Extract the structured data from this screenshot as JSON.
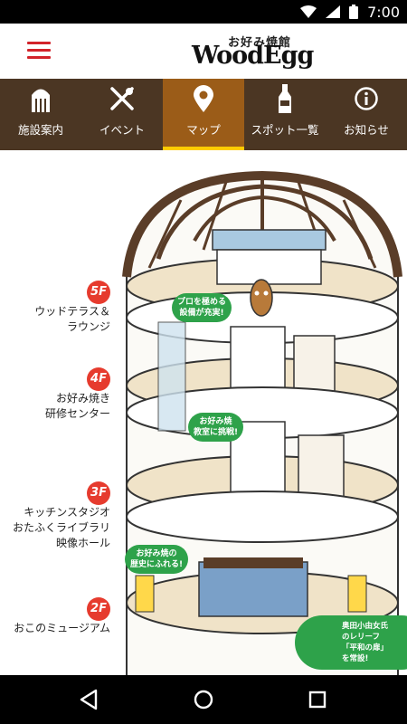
{
  "status_bar": {
    "time": "7:00",
    "icons": [
      "wifi-icon",
      "signal-icon",
      "battery-icon"
    ]
  },
  "app_bar": {
    "logo_kana": "お好み焼館",
    "logo_main": "WoodEgg"
  },
  "tabs": [
    {
      "label": "施設案内",
      "icon": "building-icon",
      "active": false
    },
    {
      "label": "イベント",
      "icon": "utensils-icon",
      "active": false
    },
    {
      "label": "マップ",
      "icon": "map-pin-icon",
      "active": true
    },
    {
      "label": "スポット一覧",
      "icon": "bottle-icon",
      "active": false
    },
    {
      "label": "お知らせ",
      "icon": "info-icon",
      "active": false
    }
  ],
  "floors": [
    {
      "badge": "5F",
      "lines": [
        "ウッドテラス＆",
        "ラウンジ"
      ]
    },
    {
      "badge": "4F",
      "lines": [
        "お好み焼き",
        "研修センター"
      ]
    },
    {
      "badge": "3F",
      "lines": [
        "キッチンスタジオ",
        "おたふくライブラリ",
        "映像ホール"
      ]
    },
    {
      "badge": "2F",
      "lines": [
        "おこのミュージアム"
      ]
    }
  ],
  "bubbles": [
    [
      "プロを極める",
      "設備が充実!"
    ],
    [
      "お好み焼",
      "教室に挑戦!"
    ],
    [
      "お好み焼の",
      "歴史にふれる!"
    ],
    [
      "奥田小由女氏",
      "のレリーフ",
      "「平和の扉」",
      "を常設!"
    ]
  ],
  "colors": {
    "accent": "#d2232a",
    "tab_bg": "#4b3623",
    "tab_active": "#9b5c18",
    "tab_indicator": "#ffcc00",
    "badge": "#e63b2e",
    "bubble": "#2ea24a"
  }
}
